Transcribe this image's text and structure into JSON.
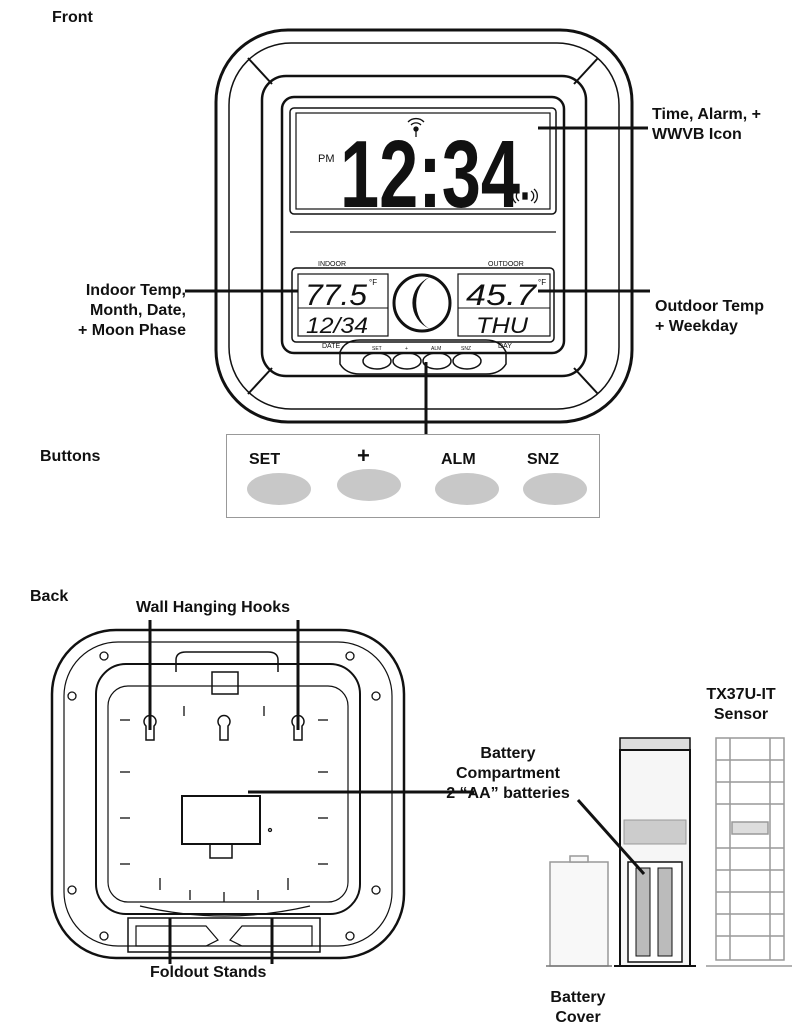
{
  "sections": {
    "front": "Front",
    "back": "Back"
  },
  "clock": {
    "pm": "PM",
    "time": "12:34",
    "indoor_label": "INDOOR",
    "outdoor_label": "OUTDOOR",
    "indoor_temp": "77.5",
    "outdoor_temp": "45.7",
    "unit": "°F",
    "date": "12/34",
    "weekday": "THU",
    "date_label": "DATE",
    "day_label": "DAY",
    "mini_buttons": [
      "SET",
      "+",
      "ALM",
      "SNZ"
    ]
  },
  "callouts": {
    "time_alarm": [
      "Time, Alarm, +",
      "WWVB Icon"
    ],
    "indoor": [
      "Indoor Temp,",
      "Month, Date,",
      "+ Moon Phase"
    ],
    "outdoor": [
      "Outdoor Temp",
      "+ Weekday"
    ],
    "buttons": "Buttons",
    "wall_hooks": "Wall Hanging Hooks",
    "sensor": [
      "TX37U-IT",
      "Sensor"
    ],
    "battery_compartment": [
      "Battery",
      "Compartment",
      "2 “AA” batteries"
    ],
    "foldout_stands": "Foldout Stands",
    "battery_cover": [
      "Battery",
      "Cover"
    ]
  },
  "button_panel": {
    "set": "SET",
    "plus": "+",
    "alm": "ALM",
    "snz": "SNZ"
  }
}
